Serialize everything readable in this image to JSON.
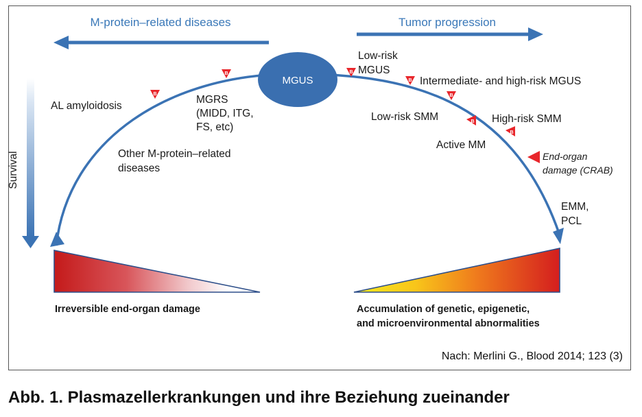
{
  "header": {
    "left_arrow_label": "M-protein–related diseases",
    "right_arrow_label": "Tumor progression"
  },
  "center": {
    "node_label": "MGUS"
  },
  "axis": {
    "survival_label": "Survival"
  },
  "left_side": {
    "al_amyloidosis": "AL amyloidosis",
    "mgrs_line1": "MGRS",
    "mgrs_line2": "(MIDD, ITG,",
    "mgrs_line3": "FS, etc)",
    "other_line1": "Other M-protein–related",
    "other_line2": "diseases",
    "wedge_label": "Irreversible end-organ damage"
  },
  "right_side": {
    "low_risk_line1": "Low-risk",
    "low_risk_line2": "MGUS",
    "int_high_risk": "Intermediate- and high-risk MGUS",
    "low_risk_smm": "Low-risk SMM",
    "high_risk_smm": "High-risk  SMM",
    "active_mm": "Active MM",
    "end_organ_line1": "End-organ",
    "end_organ_line2": "damage (CRAB)",
    "emm_line1": "EMM,",
    "emm_line2": "PCL",
    "wedge_line1": "Accumulation of genetic, epigenetic,",
    "wedge_line2": "and microenvironmental abnormalities"
  },
  "markers": {
    "symbol": "B"
  },
  "source": "Nach: Merlini G., Blood 2014; 123 (3)",
  "caption": "Abb. 1. Plasmazellerkrankungen und ihre Beziehung zueinander",
  "colors": {
    "arrow_blue": "#3b73b4",
    "node_fill": "#3a6fb0",
    "marker_red": "#e8262b",
    "wedge_left_dark": "#c81e1e",
    "wedge_right_red": "#d81f1f",
    "wedge_right_yellow": "#f4e21a"
  }
}
